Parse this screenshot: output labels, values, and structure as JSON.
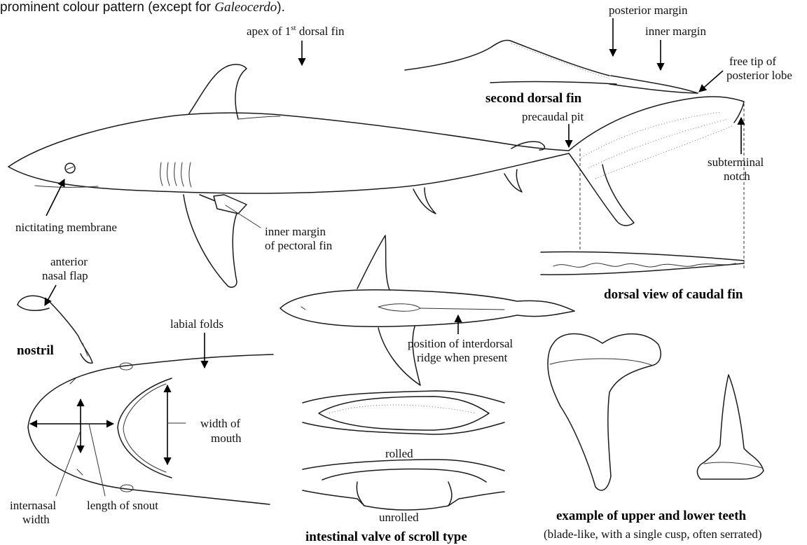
{
  "intro_text": {
    "prefix": "prominent colour pattern (except for ",
    "genus": "Galeocerdo",
    "suffix": ")."
  },
  "labels": {
    "apex_prefix": "apex of 1",
    "apex_sup": "st",
    "apex_suffix": " dorsal fin",
    "nictitating": "nictitating membrane",
    "pectoral_inner_1": "inner margin",
    "pectoral_inner_2": "of pectoral fin",
    "posterior_margin": "posterior margin",
    "inner_margin": "inner margin",
    "free_tip_1": "free tip of",
    "free_tip_2": "posterior lobe",
    "precaudal_pit": "precaudal pit",
    "subterminal_1": "subterminal",
    "subterminal_2": "notch",
    "anterior_nasal_1": "anterior",
    "anterior_nasal_2": "nasal flap",
    "interdorsal_1": "position of interdorsal",
    "interdorsal_2": "ridge when present",
    "labial_folds": "labial folds",
    "width_mouth_1": "width of",
    "width_mouth_2": "mouth",
    "internasal_1": "internasal",
    "internasal_2": "width",
    "length_snout": "length of snout",
    "rolled": "rolled",
    "unrolled": "unrolled"
  },
  "titles": {
    "second_dorsal": "second dorsal fin",
    "dorsal_caudal": "dorsal view of caudal fin",
    "nostril": "nostril",
    "intestinal": "intestinal valve of scroll type",
    "teeth": "example of upper and lower teeth",
    "teeth_caption": "(blade-like, with a single cusp, often serrated)"
  }
}
